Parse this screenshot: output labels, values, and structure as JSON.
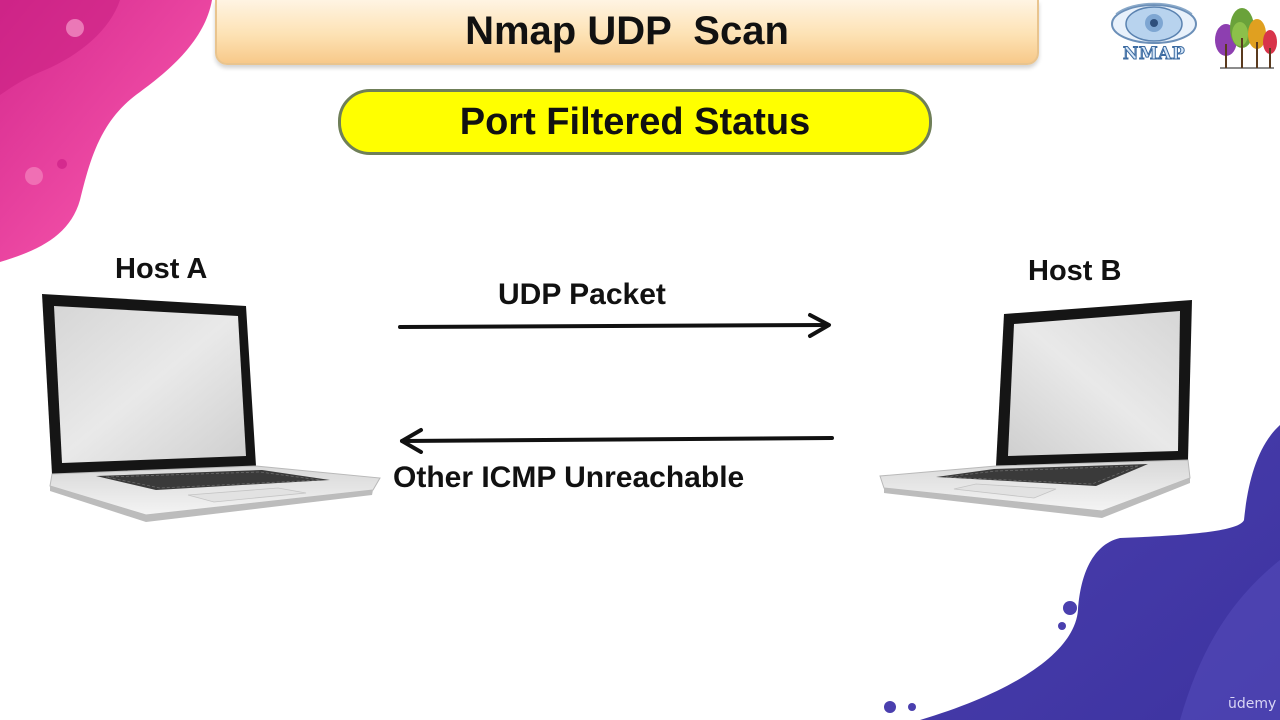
{
  "slide": {
    "title": "Nmap UDP  Scan",
    "subtitle": "Port Filtered Status"
  },
  "hosts": {
    "a_label": "Host A",
    "b_label": "Host B"
  },
  "arrows": {
    "forward_label": "UDP Packet",
    "reverse_label": "Other ICMP Unreachable"
  },
  "logos": {
    "nmap_text": "NMAP",
    "watermark": "ūdemy"
  },
  "colors": {
    "pink_accent": "#e8389a",
    "purple_accent": "#5048b2",
    "pill_yellow": "#ffff00",
    "title_peach": "#fde2b4"
  }
}
